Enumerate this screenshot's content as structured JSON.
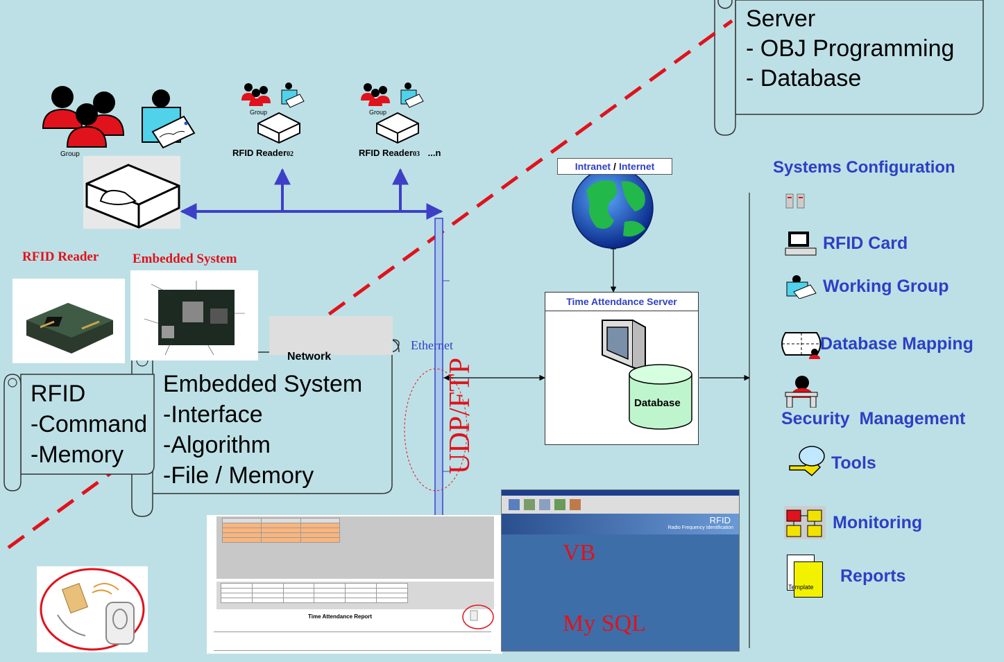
{
  "server_note": {
    "lines": [
      "Server",
      "- OBJ Programming",
      "- Database"
    ]
  },
  "readers": {
    "group_label": "Group",
    "reader02": "RFID Reader",
    "reader02_sub": "02",
    "reader03": "RFID Reader",
    "reader03_sub": "03",
    "reader_n": "...n"
  },
  "hardware": {
    "rfid_reader_label": "RFID Reader",
    "embedded_system_label": "Embedded System",
    "network_label": "Network"
  },
  "notes": {
    "rfid": [
      "RFID",
      "-Command",
      "-Memory"
    ],
    "embedded": [
      "Embedded System",
      "-Interface",
      "-Algorithm",
      "-File / Memory"
    ]
  },
  "ethernet": {
    "label": "Ethernet",
    "protocol": "UDP/FTP"
  },
  "internet": {
    "label_a": "Intranet",
    "slash": "/",
    "label_b": "Internet"
  },
  "server_box": {
    "title": "Time Attendance Server",
    "db_label": "Database"
  },
  "config": {
    "title": "Systems Configuration",
    "items": [
      "RFID Card",
      "Working Group",
      "Database Mapping",
      "Security  Management",
      "Tools",
      "Monitoring",
      "Reports"
    ],
    "template_label": "Template"
  },
  "report_screenshot": {
    "title": "Time Attendance Report"
  },
  "app_screenshot": {
    "banner": "RFID",
    "banner_sub": "Radio Frequency Identification",
    "lang1": "VB",
    "lang2": "My SQL"
  },
  "colors": {
    "background": "#bde0e6",
    "accent_blue": "#2e3fc4",
    "red": "#e0121b",
    "bus_blue": "#3d3fc7",
    "app_blue": "#3e6ea8"
  }
}
